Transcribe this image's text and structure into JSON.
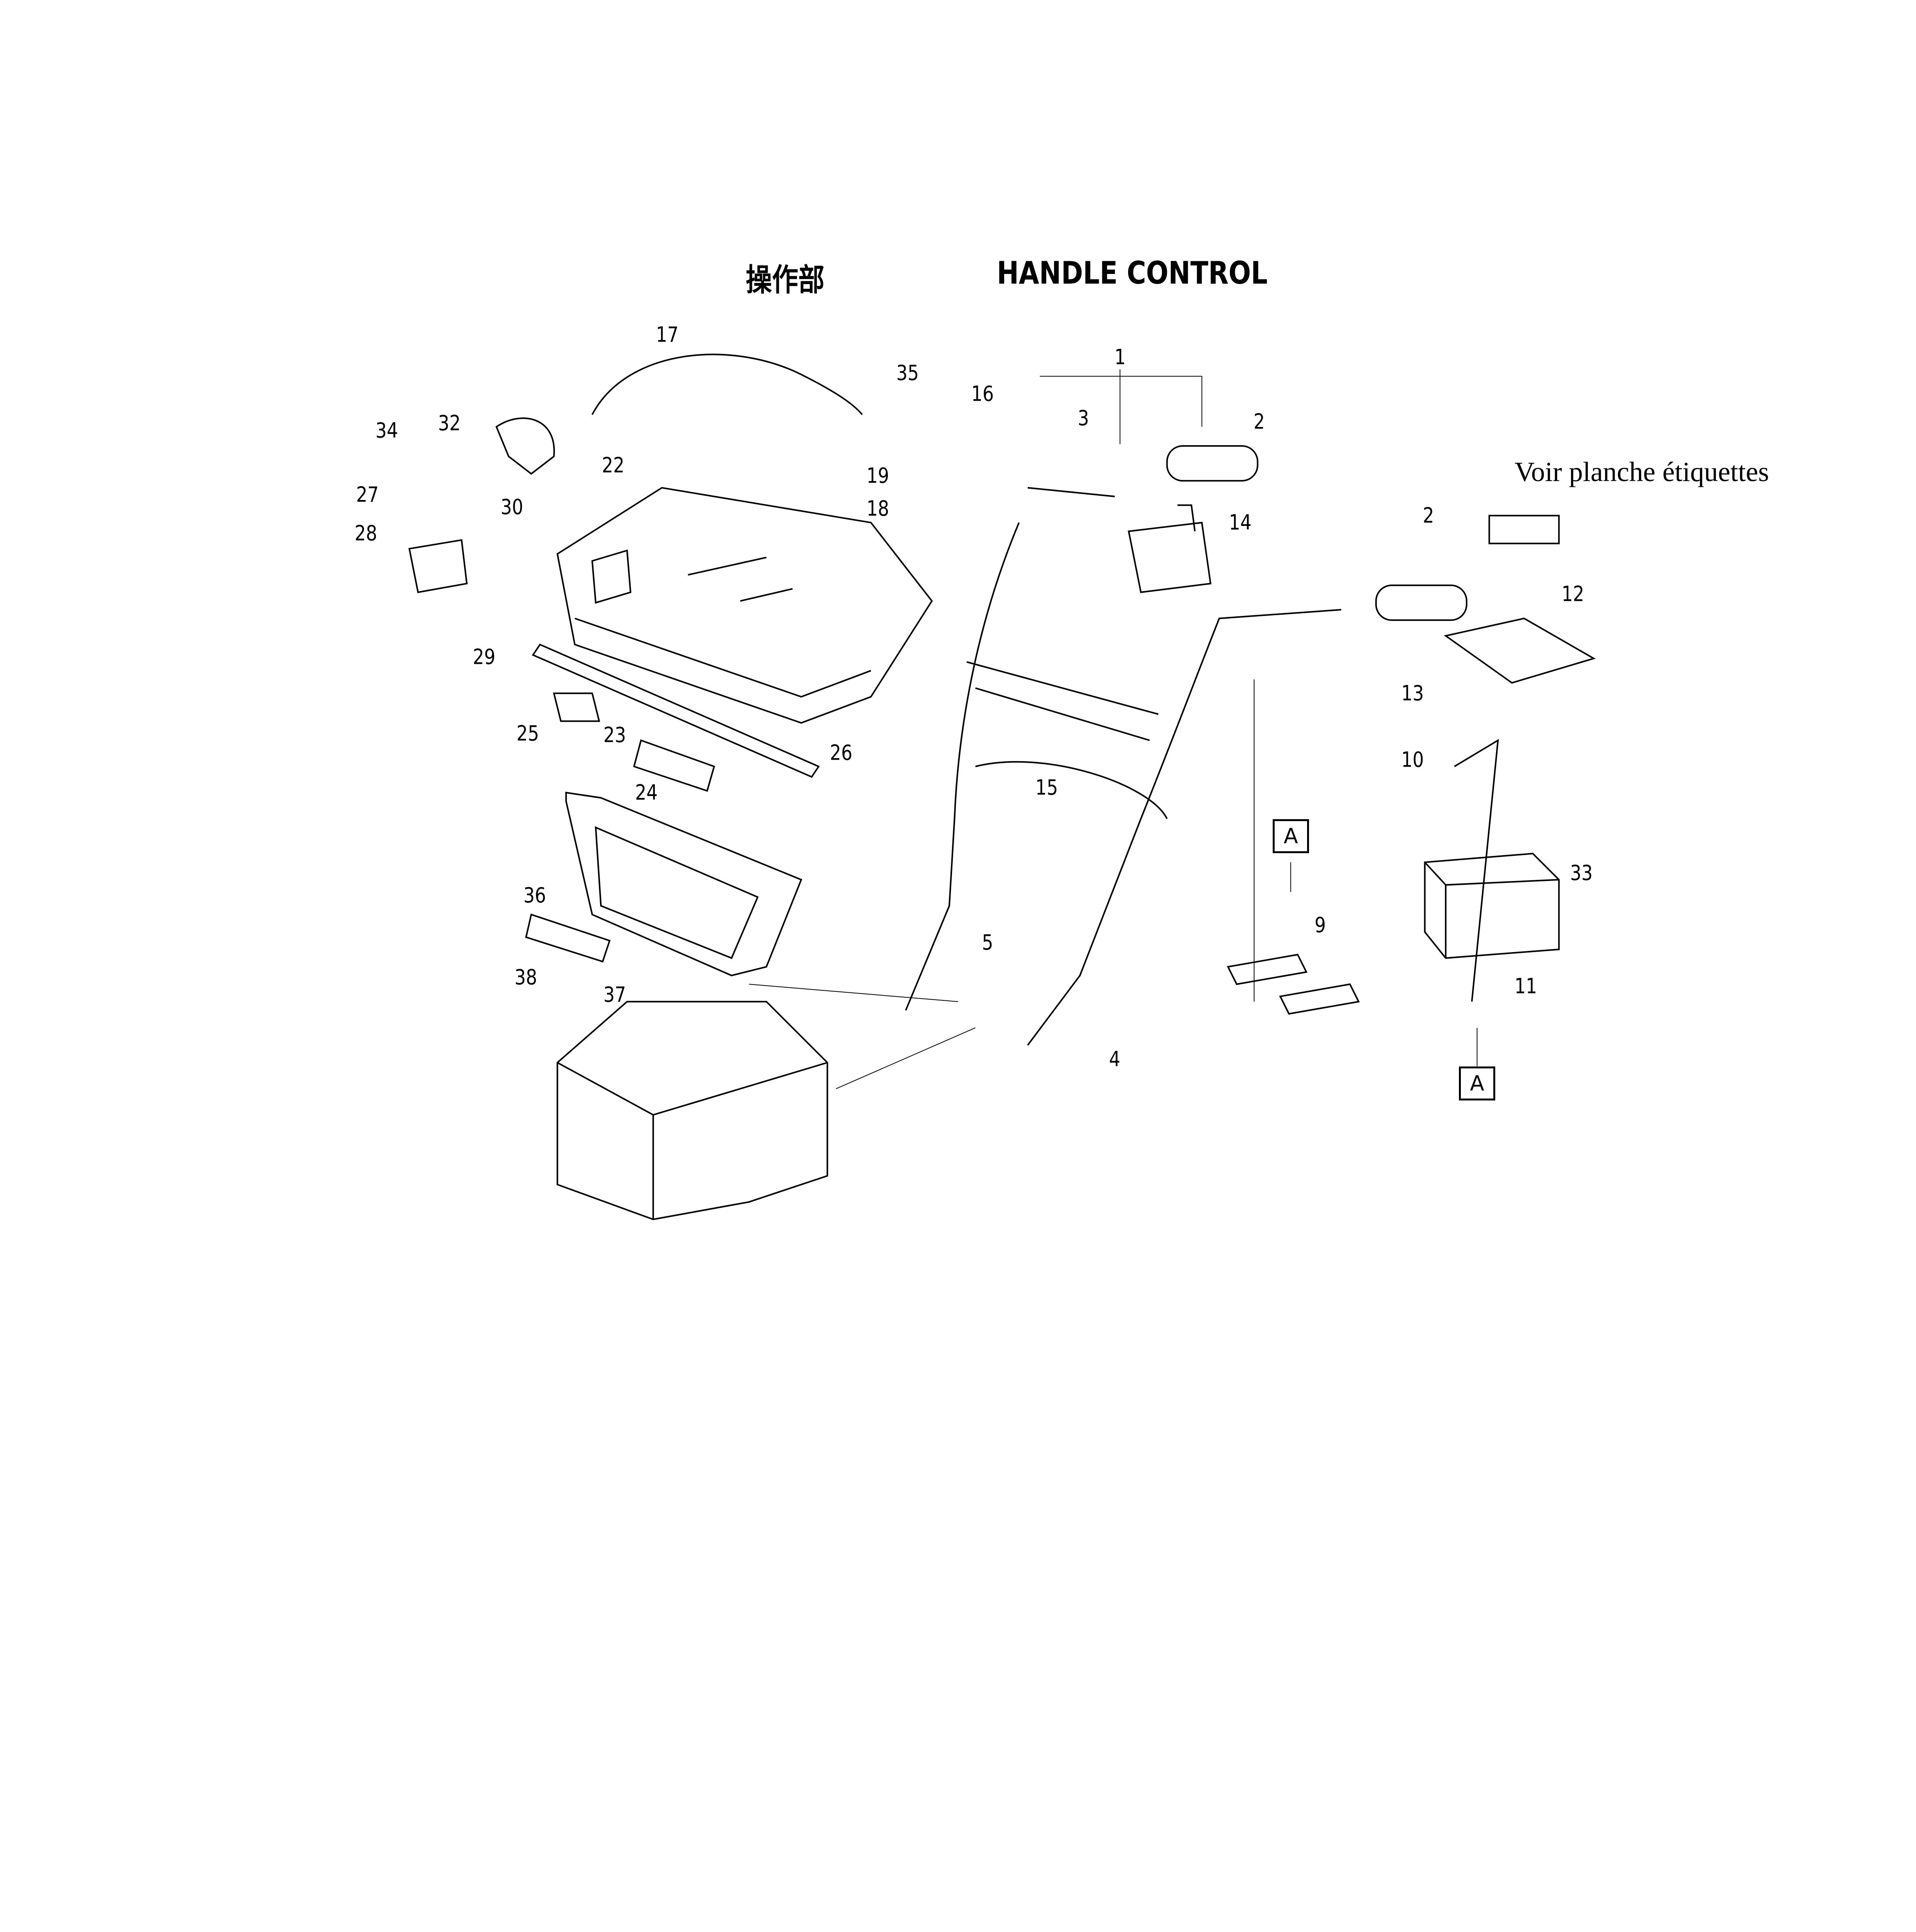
{
  "title": {
    "japanese": "操作部",
    "english": "HANDLE CONTROL"
  },
  "note": "Voir planche étiquettes",
  "reference_marker": "A",
  "callouts": [
    "17",
    "35",
    "16",
    "1",
    "3",
    "2",
    "34",
    "32",
    "22",
    "19",
    "30",
    "27",
    "18",
    "14",
    "2",
    "28",
    "12",
    "29",
    "13",
    "25",
    "23",
    "26",
    "10",
    "24",
    "15",
    "33",
    "36",
    "5",
    "9",
    "38",
    "37",
    "11",
    "4"
  ]
}
